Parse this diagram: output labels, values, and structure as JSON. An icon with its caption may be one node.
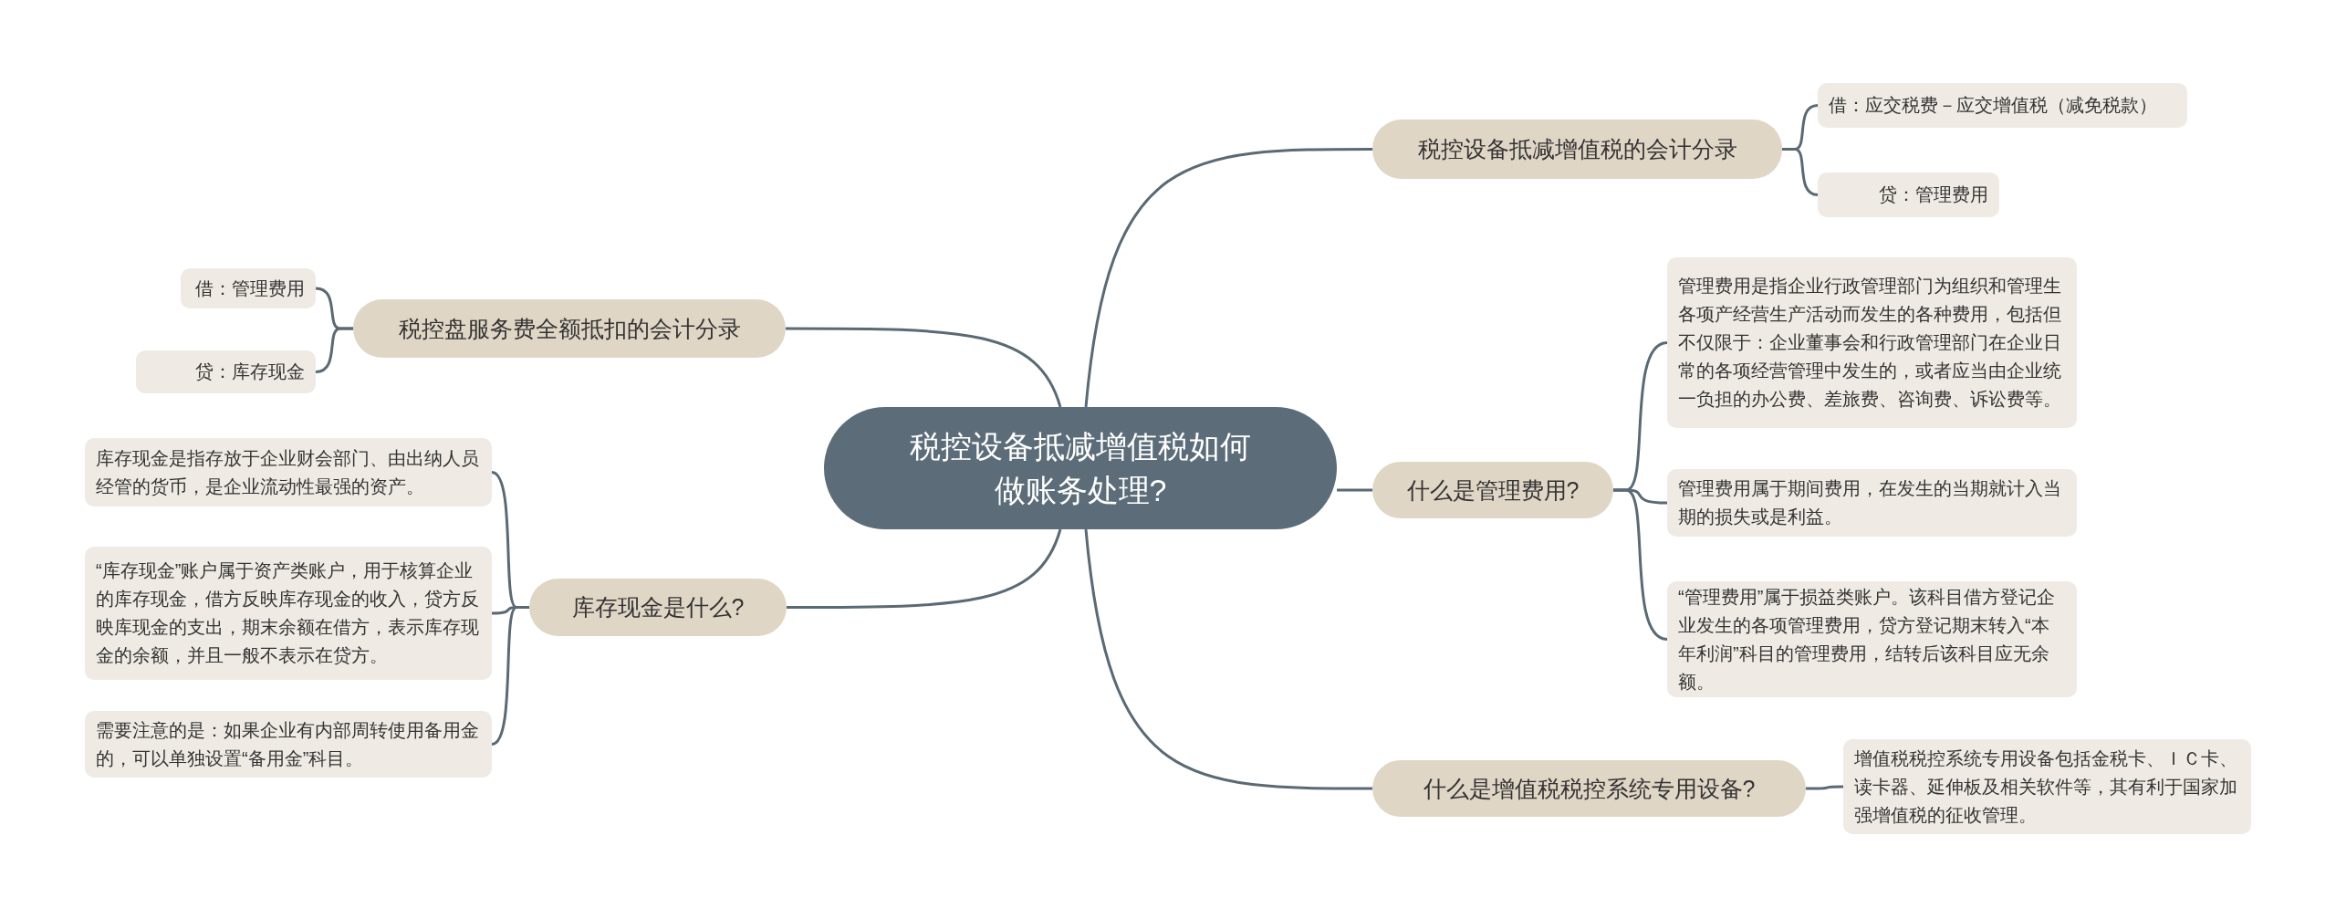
{
  "diagram": {
    "nodes": [
      {
        "text": [
          "税控设备抵减增值税如何做账务处理?"
        ]
      },
      {
        "text": [
          "税控设备抵减增值税的会计分录"
        ]
      },
      {
        "text": [
          "借：应交税费－应交增值税（减免税款）"
        ]
      },
      {
        "text": [
          "贷：管理费用"
        ]
      },
      {
        "text": [
          "税控盘服务费全额抵扣的会计分录"
        ]
      },
      {
        "text": [
          "借：管理费用"
        ]
      },
      {
        "text": [
          "贷：库存现金"
        ]
      },
      {
        "text": [
          "什么是管理费用?"
        ]
      },
      {
        "text": [
          "管理费用是指企业行政管理部门为组织和管理生各项产经营生产活动而发生的各种费用，包括但不仅限于：企业董事会和行政管理部门在企业日常的各项经营管理中发生的，或者应当由企业统一负担的办公费、差旅费、咨询费、诉讼费等。"
        ]
      },
      {
        "text": [
          "管理费用属于期间费用，在发生的当期就计入当期的损失或是利益。"
        ]
      },
      {
        "text": [
          "“管理费用”属于损益类账户。该科目借方登记企业发生的各项管理费用，贷方登记期末转入“本年利润”科目的管理费用，结转后该科目应无余额。"
        ]
      },
      {
        "text": [
          "库存现金是什么?"
        ]
      },
      {
        "text": [
          "库存现金是指存放于企业财会部门、由出纳人员经管的货币，是企业流动性最强的资产。"
        ]
      },
      {
        "text": [
          "“库存现金”账户属于资产类账户，用于核算企业的库存现金，借方反映库存现金的收入，贷方反映库现金的支出，期末余额在借方，表示库存现金的余额，并且一般不表示在贷方。"
        ]
      },
      {
        "text": [
          "需要注意的是：如果企业有内部周转使用备用金的，可以单独设置“备用金”科目。"
        ]
      },
      {
        "text": [
          "什么是增值税税控系统专用设备?"
        ]
      },
      {
        "text": [
          "增值税税控系统专用设备包括金税卡、ＩＣ卡、读卡器、延伸板及相关软件等，其有利于国家加强增值税的征收管理。"
        ]
      }
    ],
    "edges": [
      {
        "from": 0,
        "to": 1,
        "arrow": "none"
      },
      {
        "from": 1,
        "to": 2,
        "arrow": "none"
      },
      {
        "from": 1,
        "to": 3,
        "arrow": "none"
      },
      {
        "from": 0,
        "to": 4,
        "arrow": "none"
      },
      {
        "from": 4,
        "to": 5,
        "arrow": "none"
      },
      {
        "from": 4,
        "to": 6,
        "arrow": "none"
      },
      {
        "from": 0,
        "to": 7,
        "arrow": "none"
      },
      {
        "from": 7,
        "to": 8,
        "arrow": "none"
      },
      {
        "from": 7,
        "to": 9,
        "arrow": "none"
      },
      {
        "from": 7,
        "to": 10,
        "arrow": "none"
      },
      {
        "from": 0,
        "to": 11,
        "arrow": "none"
      },
      {
        "from": 11,
        "to": 12,
        "arrow": "none"
      },
      {
        "from": 11,
        "to": 13,
        "arrow": "none"
      },
      {
        "from": 11,
        "to": 14,
        "arrow": "none"
      },
      {
        "from": 0,
        "to": 15,
        "arrow": "none"
      },
      {
        "from": 15,
        "to": 16,
        "arrow": "none"
      }
    ]
  }
}
